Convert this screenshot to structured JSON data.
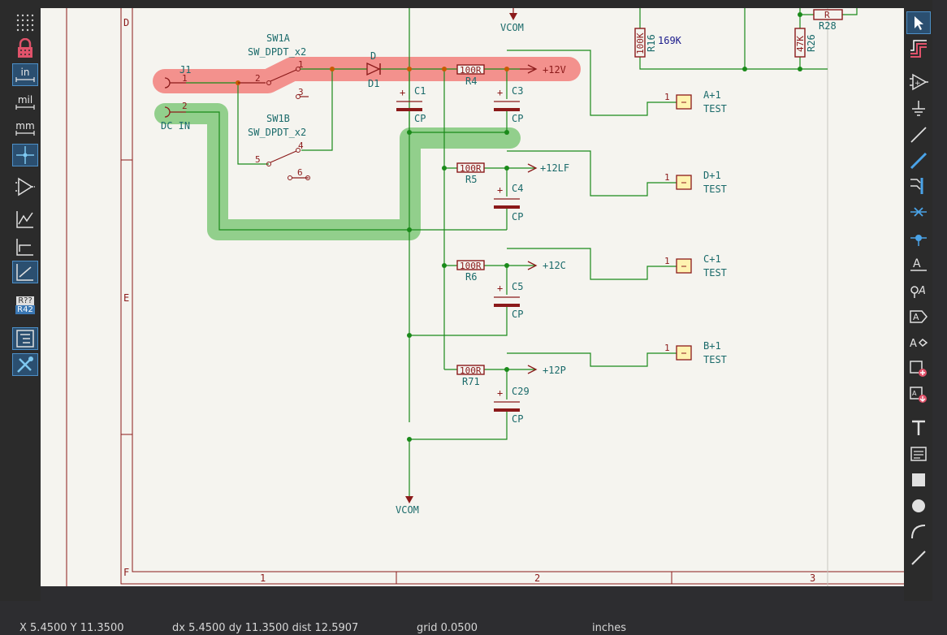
{
  "toolbar_left": {
    "units_inch": "in",
    "units_mil": "mil",
    "units_mm": "mm",
    "annotate_top": "R??",
    "annotate_bottom": "R42"
  },
  "status_bar": {
    "xy": "X 5.4500  Y 11.3500",
    "delta": "dx 5.4500  dy 11.3500  dist 12.5907",
    "grid": "grid 0.0500",
    "units": "inches"
  },
  "frame": {
    "rows": [
      "D",
      "E",
      "F"
    ],
    "cols": [
      "1",
      "2",
      "3"
    ]
  },
  "colors": {
    "wire": "#1a8a1a",
    "component": "#8b1a1a",
    "power": "#8b1a1a",
    "label": "#1a6a6a",
    "red_highlight": "#f28b87",
    "green_highlight": "#8ccc86",
    "junction_orange": "#c85a00",
    "sheet_border": "#8b1a1a",
    "toolbar_bg": "#2b2b2b",
    "toolbar_active": "#2b4f70"
  },
  "schematic": {
    "power_top": "VCOM",
    "power_bottom": "VCOM",
    "j1_ref": "J1",
    "j1_value": "DC IN",
    "j1_pin1": "1",
    "j1_pin2": "2",
    "sw1a_ref": "SW1A",
    "sw1a_value": "SW_DPDT_x2",
    "sw1a_pin1": "1",
    "sw1a_pin2": "2",
    "sw1a_pin3": "3",
    "sw1b_ref": "SW1B",
    "sw1b_value": "SW_DPDT_x2",
    "sw1b_pin4": "4",
    "sw1b_pin5": "5",
    "sw1b_pin6": "6",
    "diode_ref": "D1",
    "diode_value": "D",
    "c1_ref": "C1",
    "c1_value": "CP",
    "r4_value": "100R",
    "r4_ref": "R4",
    "c3_ref": "C3",
    "c3_value": "CP",
    "net_12v": "+12V",
    "r5_value": "100R",
    "r5_ref": "R5",
    "c4_ref": "C4",
    "c4_value": "CP",
    "net_12lf": "+12LF",
    "r6_value": "100R",
    "r6_ref": "R6",
    "c5_ref": "C5",
    "c5_value": "CP",
    "net_12c": "+12C",
    "r71_value": "100R",
    "r71_ref": "R71",
    "c29_ref": "C29",
    "c29_value": "CP",
    "net_12p": "+12P",
    "r16_value": "100K",
    "r16_ref": "R16",
    "r16_label": "169K",
    "r26_value": "47K",
    "r26_ref": "R26",
    "r28_value": "R",
    "r28_ref": "R28",
    "tp_a_ref": "A+1",
    "tp_a_value": "TEST",
    "tp_d_ref": "D+1",
    "tp_d_value": "TEST",
    "tp_c_ref": "C+1",
    "tp_c_value": "TEST",
    "tp_b_ref": "B+1",
    "tp_b_value": "TEST",
    "tp_pin": "1",
    "plus": "+"
  }
}
